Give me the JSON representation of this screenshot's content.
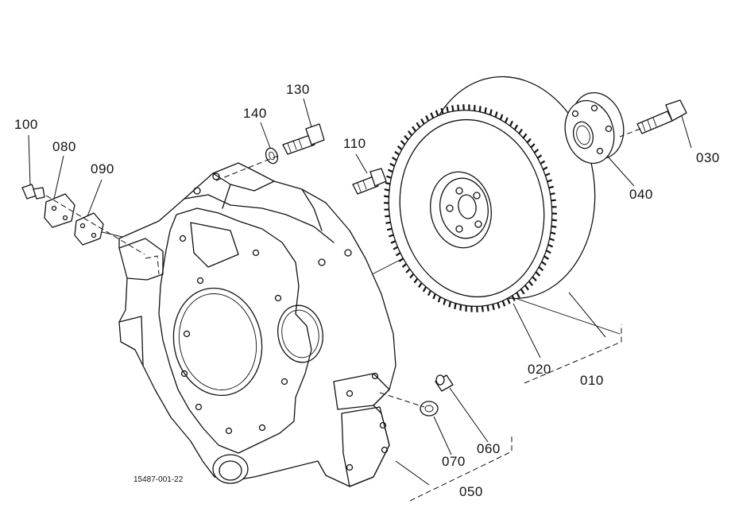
{
  "diagram": {
    "drawing_id": "15487-001-22",
    "callouts": [
      {
        "id": "label-100",
        "text": "100"
      },
      {
        "id": "label-080",
        "text": "080"
      },
      {
        "id": "label-090",
        "text": "090"
      },
      {
        "id": "label-140",
        "text": "140"
      },
      {
        "id": "label-130",
        "text": "130"
      },
      {
        "id": "label-110",
        "text": "110"
      },
      {
        "id": "label-030",
        "text": "030"
      },
      {
        "id": "label-040",
        "text": "040"
      },
      {
        "id": "label-020",
        "text": "020"
      },
      {
        "id": "label-010",
        "text": "010"
      },
      {
        "id": "label-060",
        "text": "060"
      },
      {
        "id": "label-070",
        "text": "070"
      },
      {
        "id": "label-050",
        "text": "050"
      }
    ]
  }
}
